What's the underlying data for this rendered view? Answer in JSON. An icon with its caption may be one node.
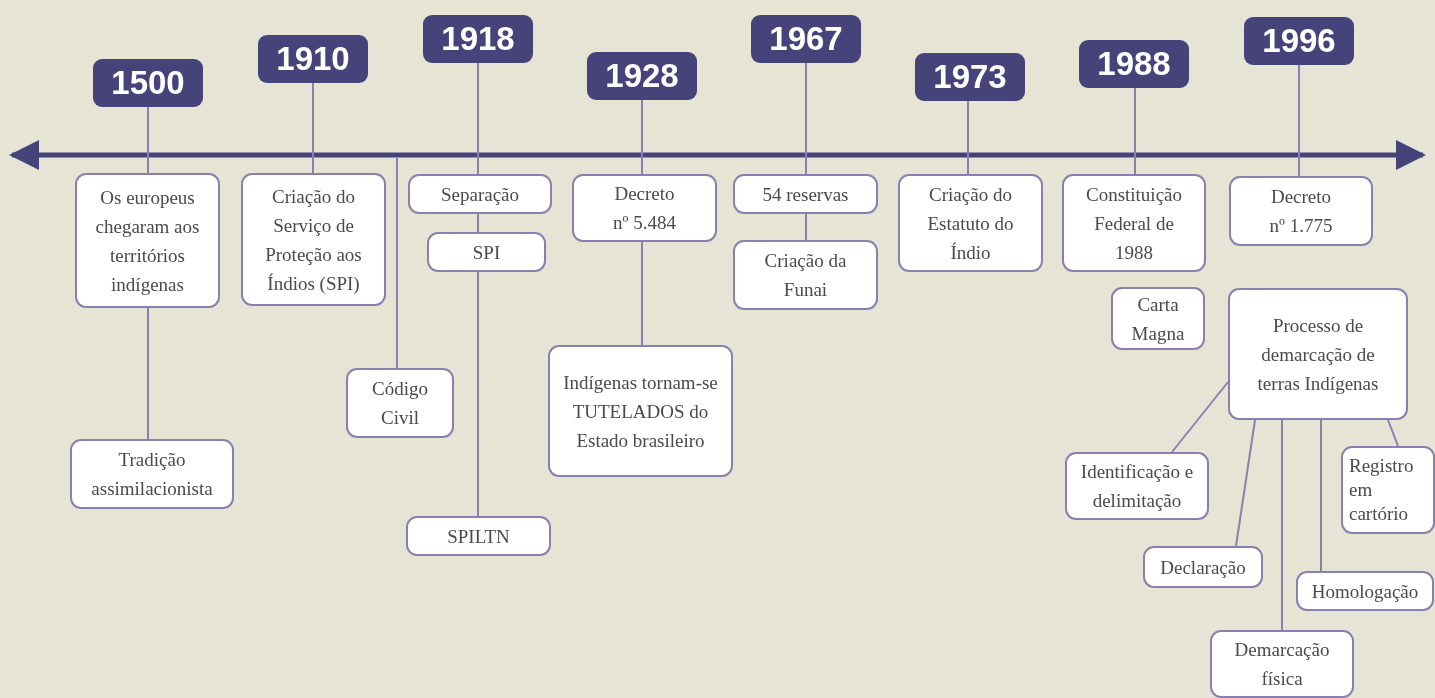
{
  "diagram": {
    "nodes": [
      {
        "text": [
          "1500"
        ]
      },
      {
        "text": [
          "Os europeus chegaram aos territórios indígenas"
        ]
      },
      {
        "text": [
          "Tradição assimilacionista"
        ]
      },
      {
        "text": [
          "1910"
        ]
      },
      {
        "text": [
          "Criação do Serviço de Proteção aos Índios (SPI)"
        ]
      },
      {
        "text": [
          "Código Civil"
        ]
      },
      {
        "text": [
          "1918"
        ]
      },
      {
        "text": [
          "Separação"
        ]
      },
      {
        "text": [
          "SPI"
        ]
      },
      {
        "text": [
          "SPILTN"
        ]
      },
      {
        "text": [
          "1928"
        ]
      },
      {
        "text": [
          "Decreto nº 5.484"
        ]
      },
      {
        "text": [
          "Indígenas tornam-se TUTELADOS do Estado brasileiro"
        ]
      },
      {
        "text": [
          "1967"
        ]
      },
      {
        "text": [
          "54 reservas"
        ]
      },
      {
        "text": [
          "Criação da Funai"
        ]
      },
      {
        "text": [
          "1973"
        ]
      },
      {
        "text": [
          "Criação do Estatuto do Índio"
        ]
      },
      {
        "text": [
          "1988"
        ]
      },
      {
        "text": [
          "Constituição Federal de 1988"
        ]
      },
      {
        "text": [
          "Carta Magna"
        ]
      },
      {
        "text": [
          "1996"
        ]
      },
      {
        "text": [
          "Decreto nº 1.775"
        ]
      },
      {
        "text": [
          "Processo de demarcação de terras Indígenas"
        ]
      },
      {
        "text": [
          "Identificação e delimitação"
        ]
      },
      {
        "text": [
          "Registro em cartório"
        ]
      },
      {
        "text": [
          "Declaração"
        ]
      },
      {
        "text": [
          "Homologação"
        ]
      },
      {
        "text": [
          "Demarcação física"
        ]
      }
    ],
    "edges": [
      {
        "from": 0,
        "to": 1,
        "arrow": "none"
      },
      {
        "from": 1,
        "to": 2,
        "arrow": "none"
      },
      {
        "from": 3,
        "to": 4,
        "arrow": "none"
      },
      {
        "from": null,
        "to": 5,
        "arrow": "none"
      },
      {
        "from": 6,
        "to": 7,
        "arrow": "none"
      },
      {
        "from": 7,
        "to": 8,
        "arrow": "none"
      },
      {
        "from": 8,
        "to": 9,
        "arrow": "none"
      },
      {
        "from": 10,
        "to": 11,
        "arrow": "none"
      },
      {
        "from": 11,
        "to": 12,
        "arrow": "none"
      },
      {
        "from": 13,
        "to": 14,
        "arrow": "none"
      },
      {
        "from": 14,
        "to": 15,
        "arrow": "none"
      },
      {
        "from": 16,
        "to": 17,
        "arrow": "none"
      },
      {
        "from": 18,
        "to": 19,
        "arrow": "none"
      },
      {
        "from": 21,
        "to": 22,
        "arrow": "none"
      },
      {
        "from": 23,
        "to": 24,
        "arrow": "none"
      },
      {
        "from": 23,
        "to": 26,
        "arrow": "none"
      },
      {
        "from": 23,
        "to": 28,
        "arrow": "none"
      },
      {
        "from": 23,
        "to": 27,
        "arrow": "none"
      },
      {
        "from": 23,
        "to": 25,
        "arrow": "none"
      }
    ]
  }
}
